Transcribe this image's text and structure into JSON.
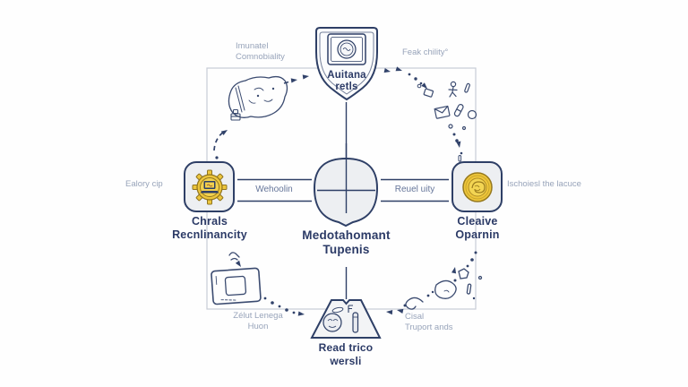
{
  "diagram": {
    "nodes": {
      "top": {
        "lines": [
          "Auitana",
          "retls"
        ],
        "icon": "certificate-seal-icon"
      },
      "left": {
        "lines": [
          "Chrals",
          "Recnlinancity"
        ],
        "icon": "gear-medal-icon"
      },
      "center": {
        "lines": [
          "Medotahomant",
          "Tupenis"
        ],
        "icon": "quadrant-cross-icon"
      },
      "right": {
        "lines": [
          "Cleaive",
          "Oparnin"
        ],
        "icon": "gold-coin-icon"
      },
      "bottom": {
        "lines": [
          "Read trico",
          "wersli"
        ],
        "icon": "kiln-mountain-icon"
      }
    },
    "connectors": {
      "left_label": "Wehoolin",
      "right_label": "Reuel uity"
    },
    "annotations": {
      "top_left": {
        "lines": [
          "Imunatel",
          "Comnobiality"
        ]
      },
      "top_right": {
        "lines": [
          "Feak chility°"
        ]
      },
      "left": {
        "lines": [
          "Ealory cip"
        ]
      },
      "right": {
        "lines": [
          "Ischoiesl the lacuce"
        ]
      },
      "bottom_left": {
        "lines": [
          "Zélut Lenega",
          "Huon"
        ]
      },
      "bottom_right": {
        "lines": [
          "Cisal",
          "Truport ands"
        ]
      }
    },
    "colors": {
      "navy": "#2e3f66",
      "gold": "#eec63a",
      "node_fill": "#edeff2",
      "frame": "#c7ccd6",
      "muted_text": "#98a4ba"
    }
  }
}
